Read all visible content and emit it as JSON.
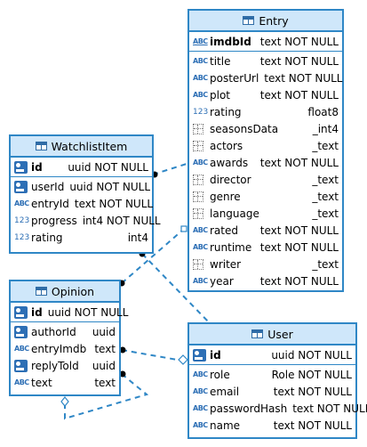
{
  "tables": {
    "entry": {
      "title": "Entry",
      "pk": [
        {
          "name": "imdbId",
          "type": "text NOT NULL",
          "icon": "abc-key-icon"
        }
      ],
      "fields": [
        {
          "name": "title",
          "type": "text NOT NULL",
          "icon": "abc-icon"
        },
        {
          "name": "posterUrl",
          "type": "text NOT NULL",
          "icon": "abc-icon"
        },
        {
          "name": "plot",
          "type": "text NOT NULL",
          "icon": "abc-icon"
        },
        {
          "name": "rating",
          "type": "float8",
          "icon": "number-icon"
        },
        {
          "name": "seasonsData",
          "type": "_int4",
          "icon": "array-icon"
        },
        {
          "name": "actors",
          "type": "_text",
          "icon": "array-icon"
        },
        {
          "name": "awards",
          "type": "text NOT NULL",
          "icon": "abc-icon"
        },
        {
          "name": "director",
          "type": "_text",
          "icon": "array-icon"
        },
        {
          "name": "genre",
          "type": "_text",
          "icon": "array-icon"
        },
        {
          "name": "language",
          "type": "_text",
          "icon": "array-icon"
        },
        {
          "name": "rated",
          "type": "text NOT NULL",
          "icon": "abc-icon"
        },
        {
          "name": "runtime",
          "type": "text NOT NULL",
          "icon": "abc-icon"
        },
        {
          "name": "writer",
          "type": "_text",
          "icon": "array-icon"
        },
        {
          "name": "year",
          "type": "text NOT NULL",
          "icon": "abc-icon"
        }
      ]
    },
    "watchlistItem": {
      "title": "WatchlistItem",
      "pk": [
        {
          "name": "id",
          "type": "uuid NOT NULL",
          "icon": "key-icon"
        }
      ],
      "fields": [
        {
          "name": "userId",
          "type": "uuid NOT NULL",
          "icon": "key-icon"
        },
        {
          "name": "entryId",
          "type": "text NOT NULL",
          "icon": "abc-icon"
        },
        {
          "name": "progress",
          "type": "int4 NOT NULL",
          "icon": "number-icon"
        },
        {
          "name": "rating",
          "type": "int4",
          "icon": "number-icon"
        }
      ]
    },
    "opinion": {
      "title": "Opinion",
      "pk": [
        {
          "name": "id",
          "type": "uuid NOT NULL",
          "icon": "key-icon"
        }
      ],
      "fields": [
        {
          "name": "authorId",
          "type": "uuid",
          "icon": "key-icon"
        },
        {
          "name": "entryImdb",
          "type": "text",
          "icon": "abc-icon"
        },
        {
          "name": "replyTold",
          "type": "uuid",
          "icon": "key-icon"
        },
        {
          "name": "text",
          "type": "text",
          "icon": "abc-icon"
        }
      ]
    },
    "user": {
      "title": "User",
      "pk": [
        {
          "name": "id",
          "type": "uuid NOT NULL",
          "icon": "key-icon"
        }
      ],
      "fields": [
        {
          "name": "role",
          "type": "Role NOT NULL",
          "icon": "abc-icon"
        },
        {
          "name": "email",
          "type": "text NOT NULL",
          "icon": "abc-icon"
        },
        {
          "name": "passwordHash",
          "type": "text NOT NULL",
          "icon": "abc-icon"
        },
        {
          "name": "name",
          "type": "text NOT NULL",
          "icon": "abc-icon"
        }
      ]
    }
  },
  "icon_glyphs": {
    "abc": "ABC",
    "number": "123"
  },
  "colors": {
    "border": "#2f87c6",
    "header": "#cfe7fa",
    "connector": "#2f87c6"
  }
}
